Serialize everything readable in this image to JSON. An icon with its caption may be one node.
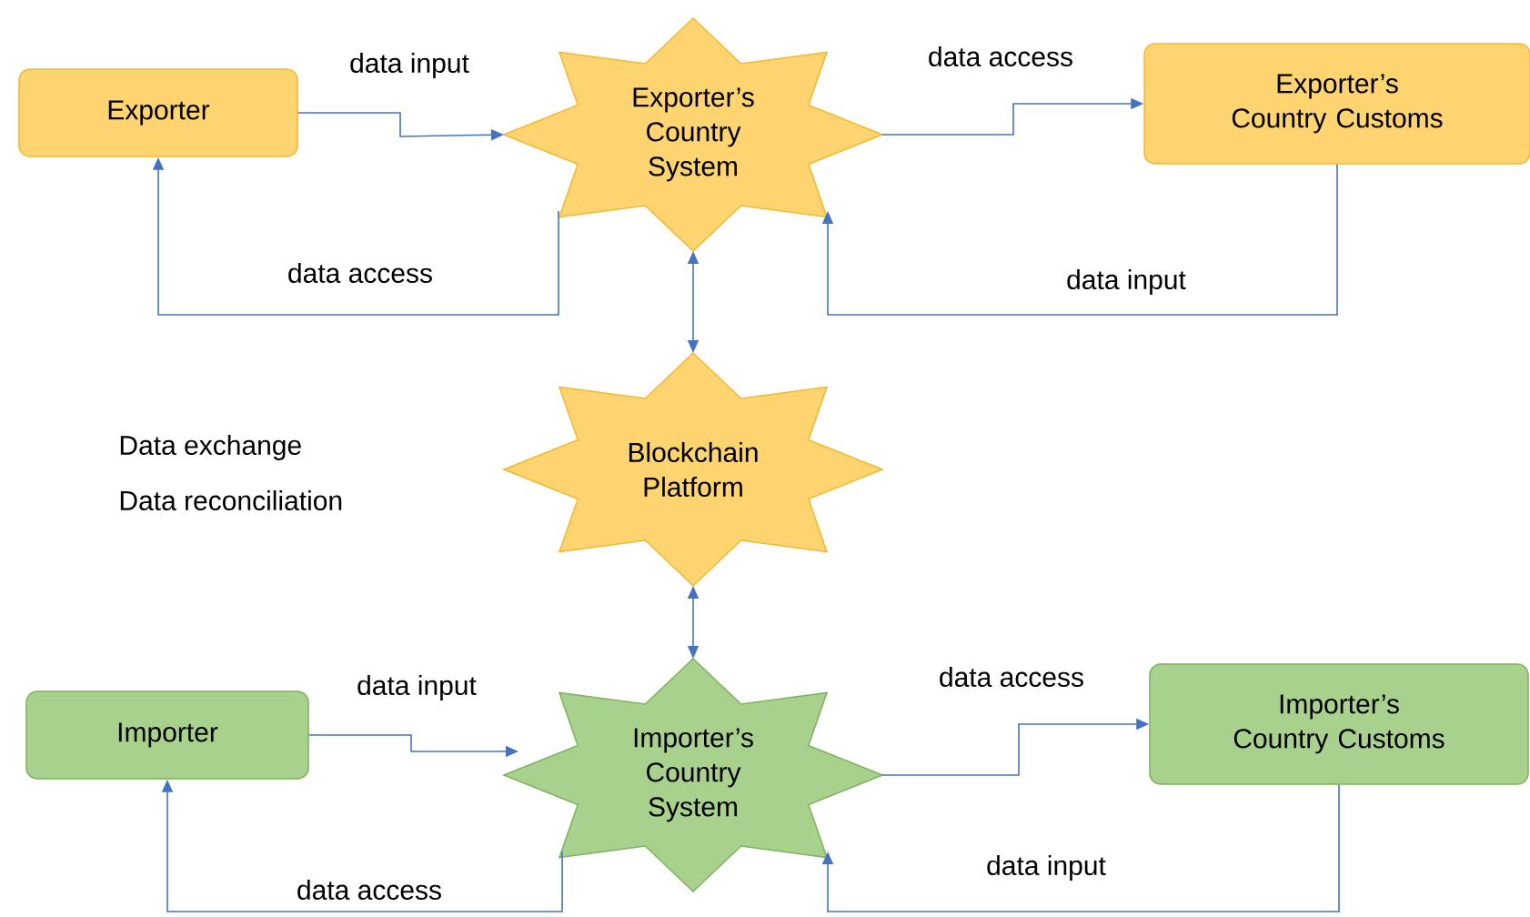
{
  "diagram": {
    "nodes": [
      {
        "text": [
          "Exporter"
        ]
      },
      {
        "text": [
          "Exporter’s Country System"
        ]
      },
      {
        "text": [
          "Exporter’s Country Customs"
        ]
      },
      {
        "text": [
          "Blockchain Platform"
        ]
      },
      {
        "text": [
          "Importer"
        ]
      },
      {
        "text": [
          "Importer’s Country System"
        ]
      },
      {
        "text": [
          "Importer’s Country Customs"
        ]
      }
    ],
    "edges": [
      {
        "from": 0,
        "to": 1,
        "arrow": "to",
        "label": "data input"
      },
      {
        "from": 1,
        "to": 2,
        "arrow": "to",
        "label": "data access"
      },
      {
        "from": 1,
        "to": 0,
        "arrow": "to",
        "label": "data access"
      },
      {
        "from": 2,
        "to": 1,
        "arrow": "to",
        "label": "data input"
      },
      {
        "from": 1,
        "to": 3,
        "arrow": "both"
      },
      {
        "from": 3,
        "to": 5,
        "arrow": "both"
      },
      {
        "from": 4,
        "to": 5,
        "arrow": "to",
        "label": "data input"
      },
      {
        "from": 5,
        "to": 6,
        "arrow": "to",
        "label": "data access"
      },
      {
        "from": 5,
        "to": 4,
        "arrow": "to",
        "label": "data access"
      },
      {
        "from": 6,
        "to": 5,
        "arrow": "to",
        "label": "data input"
      }
    ],
    "labels": [
      "Data exchange",
      "Data reconciliation"
    ]
  }
}
